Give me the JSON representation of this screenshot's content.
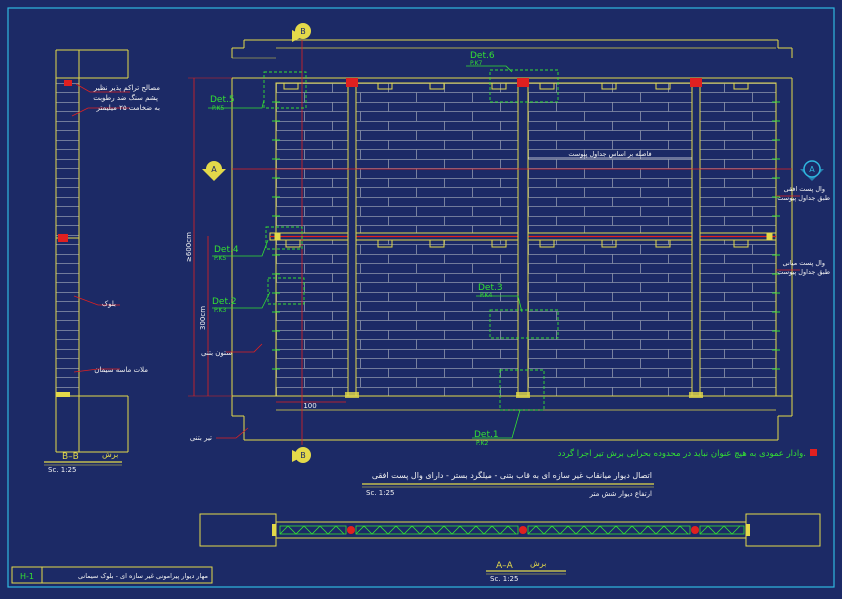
{
  "colors": {
    "background": "#1c2a66",
    "frame": "#2fb8e0",
    "wall": "#e3d94a",
    "annotation": "#33e033",
    "red": "#e02020",
    "brick": "#8e96ad",
    "text_white": "#f2f2f2"
  },
  "sections": {
    "A_marker": "A",
    "B_marker": "B",
    "BB_title": "B–B",
    "BB_title_fa": "برش",
    "BB_scale": "Sc. 1:25",
    "AA_title": "A–A",
    "AA_title_fa": "برش",
    "AA_scale": "Sc. 1:25"
  },
  "details": [
    {
      "id": "det6",
      "label": "Det.6",
      "ref": "P.K7"
    },
    {
      "id": "det5",
      "label": "Det.5",
      "ref": "P.K5"
    },
    {
      "id": "det4",
      "label": "Det.4",
      "ref": "P.K5"
    },
    {
      "id": "det2",
      "label": "Det.2",
      "ref": "P.K3"
    },
    {
      "id": "det3",
      "label": "Det.3",
      "ref": "P.K4"
    },
    {
      "id": "det1",
      "label": "Det.1",
      "ref": "P.K2"
    }
  ],
  "annotations": {
    "materials_note_1": "مصالح تراکم پذیر نظیر",
    "materials_note_2": "پشم سنگ ضد رطوبت",
    "materials_note_3": "به ضخامت ۲۵ میلیمتر",
    "block": "بلوک",
    "mortar": "ملات ماسه سیمان",
    "concrete_column": "ستون بتنی",
    "concrete_beam": "تیر بتنی",
    "horizontal_spacing": "فاصله بر اساس جداول پیوست",
    "tie_beam_1": "وال پست افقی",
    "tie_beam_2": "طبق جداول پیوست",
    "mid_post_1": "وال پست میانی",
    "mid_post_2": "طبق جداول پیوست",
    "dim_600": "≥600cm",
    "dim_300": "300cm",
    "dim_100": "100"
  },
  "notes": {
    "warning": "وادار عمودی به هیچ عنوان نباید در محدوده بحرانی برش تیر اجرا گردد.",
    "main_1": "اتصال دیوار میانقاب غیر سازه ای به قاب بتنی - میلگرد بستر - دارای وال پست افقی",
    "main_scale": "Sc. 1:25",
    "main_2": "ارتفاع دیوار شش متر"
  },
  "title_block": {
    "sheet_code": "H-1",
    "title": "مهار دیوار پیرامونی غیر سازه ای - بلوک سیمانی"
  }
}
